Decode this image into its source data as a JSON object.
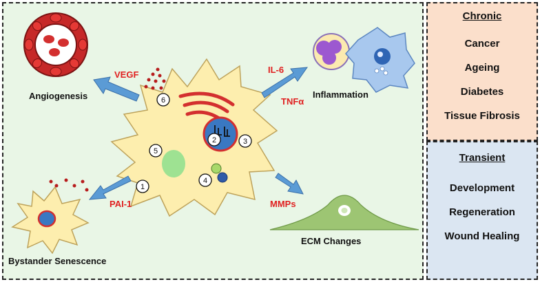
{
  "left_panel": {
    "outcomes": {
      "angiogenesis": "Angiogenesis",
      "inflammation": "Inflammation",
      "bystander": "Bystander Senescence",
      "ecm": "ECM Changes"
    },
    "factors": {
      "vegf": "VEGF",
      "il6": "IL-6",
      "tnfa": "TNFα",
      "pai1": "PAI-1",
      "mmps": "MMPs"
    },
    "markers": [
      "1",
      "2",
      "3",
      "4",
      "5",
      "6"
    ]
  },
  "chronic": {
    "title": "Chronic",
    "items": [
      "Cancer",
      "Ageing",
      "Diabetes",
      "Tissue Fibrosis"
    ]
  },
  "transient": {
    "title": "Transient",
    "items": [
      "Development",
      "Regeneration",
      "Wound Healing"
    ]
  },
  "colors": {
    "main_bg": "#e9f6e6",
    "chronic_bg": "#fbdfcb",
    "transient_bg": "#dbe6f2",
    "cell_fill": "#fdeeae",
    "factor_red": "#e02020",
    "arrow_blue": "#5b9bd5"
  }
}
